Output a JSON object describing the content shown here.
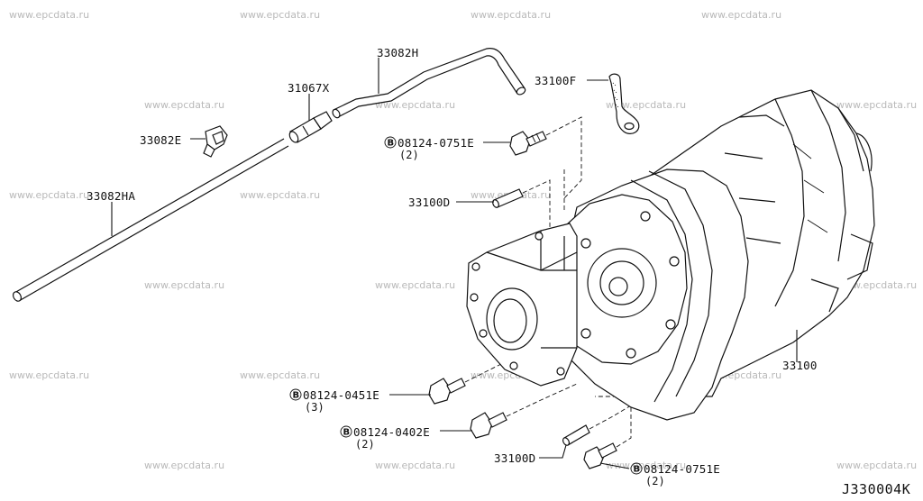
{
  "watermark": "www.epcdata.ru",
  "diagram_code": "J330004K",
  "labels": {
    "hose_h": "33082H",
    "connector": "31067X",
    "hose_ha": "33082HA",
    "clip_e": "33082E",
    "bracket_f": "33100F",
    "bolt_0751_top": "08124-0751E",
    "bolt_0751_top_qty": "(2)",
    "pin_top": "33100D",
    "bolt_0451": "08124-0451E",
    "bolt_0451_qty": "(3)",
    "bolt_0402": "08124-0402E",
    "bolt_0402_qty": "(2)",
    "pin_bottom": "33100D",
    "bolt_0751_bottom": "08124-0751E",
    "bolt_0751_bottom_qty": "(2)",
    "transfer_assy": "33100",
    "bolt_prefix": "B"
  }
}
